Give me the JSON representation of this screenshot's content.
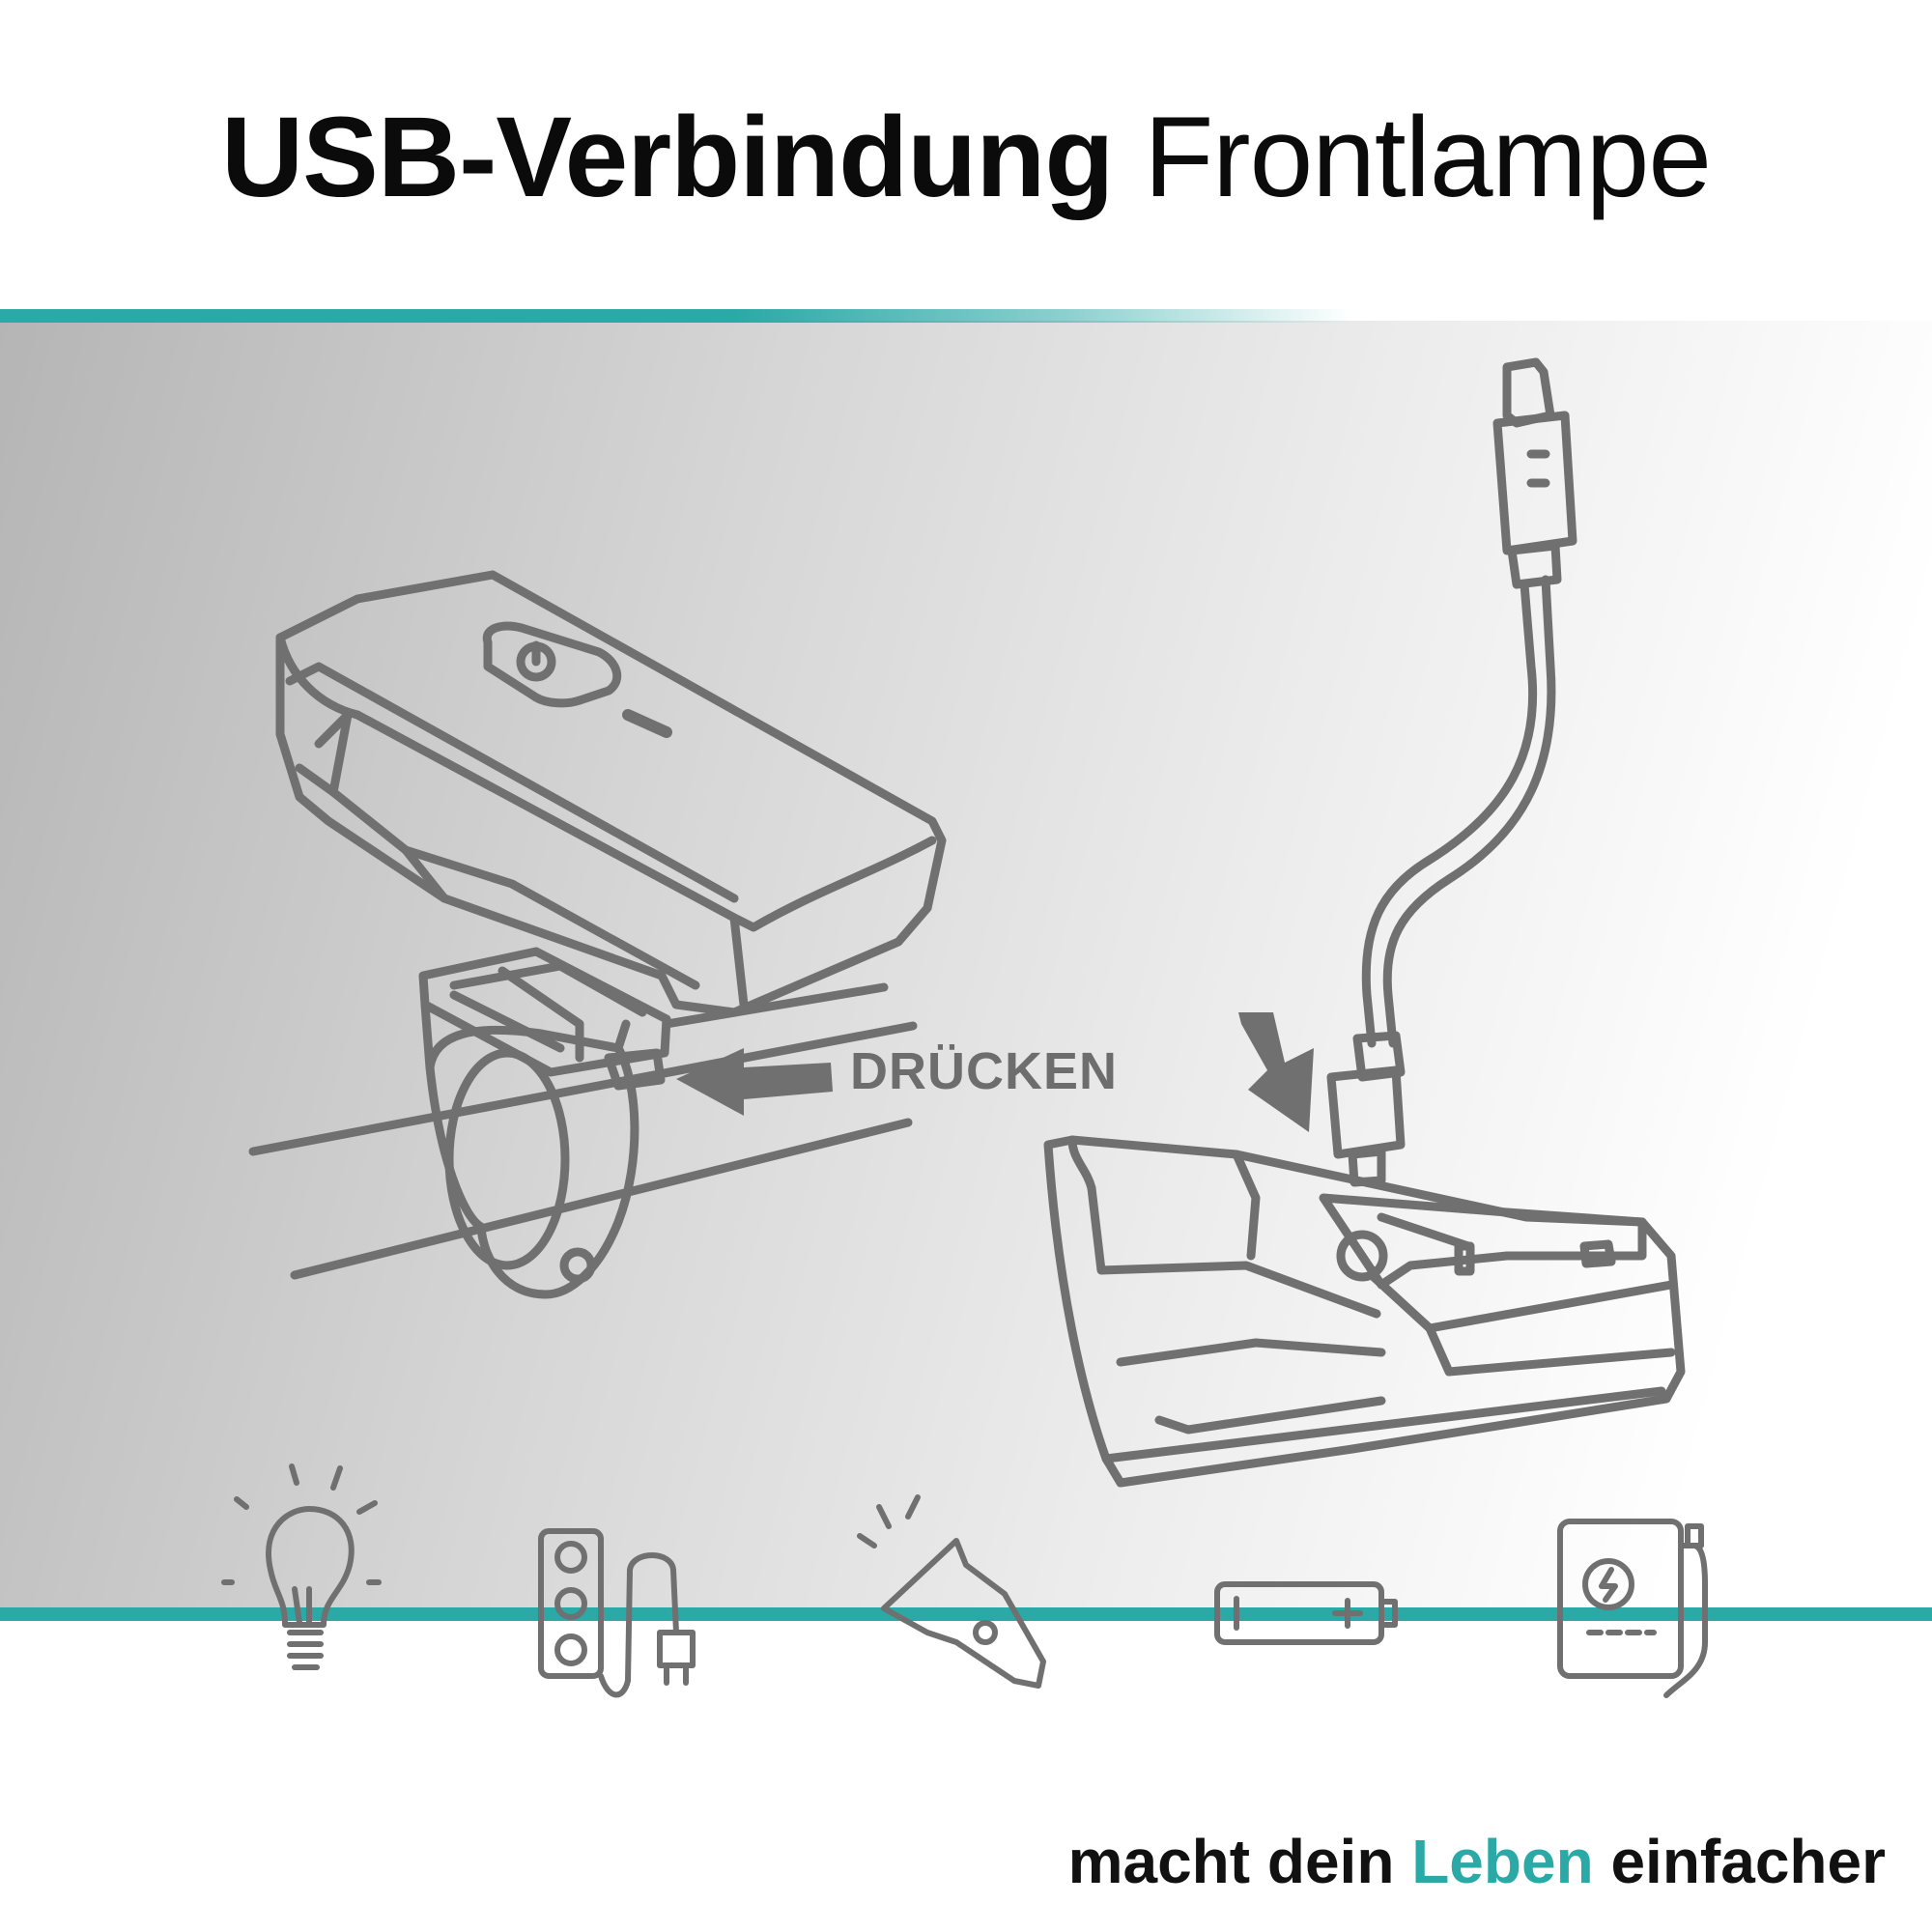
{
  "title": {
    "bold": "USB-Verbindung",
    "regular": "Frontlampe"
  },
  "press_label": "DRÜCKEN",
  "tagline": {
    "part1": "macht dein ",
    "accent": "Leben",
    "part2": " einfacher"
  },
  "colors": {
    "teal": "#2aa9a6",
    "line_gray": "#707070",
    "text_dark": "#111111"
  },
  "icons": [
    "light-bulb-icon",
    "power-strip-icon",
    "flashlight-icon",
    "battery-icon",
    "powerbank-icon"
  ]
}
